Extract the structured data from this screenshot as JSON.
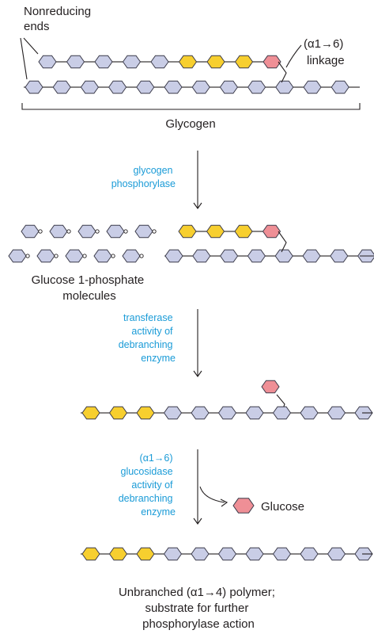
{
  "colors": {
    "regular_glucose": "#c9cde6",
    "removed_residue": "#f7cf2f",
    "branch_point": "#ef8f96",
    "enzyme_text": "#1a9bd7"
  },
  "labels": {
    "nonreducing_ends": [
      "Nonreducing",
      "ends"
    ],
    "linkage": [
      "(α1→6)",
      "linkage"
    ],
    "glycogen": "Glycogen",
    "enzyme_phosphorylase": [
      "glycogen",
      "phosphorylase"
    ],
    "glucose1p": [
      "Glucose 1-phosphate",
      "molecules"
    ],
    "enzyme_transferase": [
      "transferase",
      "activity of",
      "debranching",
      "enzyme"
    ],
    "enzyme_glucosidase": [
      "(α1→6)",
      "glucosidase",
      "activity of",
      "debranching",
      "enzyme"
    ],
    "glucose": "Glucose",
    "final": [
      "Unbranched (α1→4) polymer;",
      "substrate for further",
      "phosphorylase action"
    ]
  }
}
